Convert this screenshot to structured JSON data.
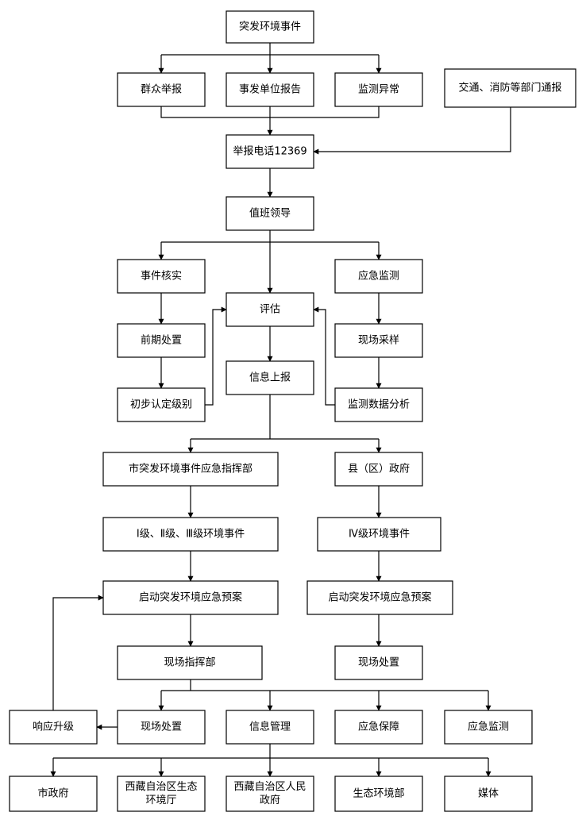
{
  "flowchart": {
    "nodes": {
      "event": [
        "突发环境事件"
      ],
      "public_report": [
        "群众举报"
      ],
      "unit_report": [
        "事发单位报告"
      ],
      "monitor_abnormal": [
        "监测异常"
      ],
      "dept_notice": [
        "交通、消防等部门通报"
      ],
      "hotline": [
        "举报电话12369"
      ],
      "duty_leader": [
        "值班领导"
      ],
      "verify": [
        "事件核实"
      ],
      "emergency_monitor_1": [
        "应急监测"
      ],
      "assess": [
        "评估"
      ],
      "early_disposal": [
        "前期处置"
      ],
      "field_sampling": [
        "现场采样"
      ],
      "info_report": [
        "信息上报"
      ],
      "initial_grade": [
        "初步认定级别"
      ],
      "data_analysis": [
        "监测数据分析"
      ],
      "city_hq": [
        "市突发环境事件应急指挥部"
      ],
      "county_gov": [
        "县（区）政府"
      ],
      "level_123": [
        "Ⅰ级、Ⅱ级、Ⅲ级环境事件"
      ],
      "level_4": [
        "Ⅳ级环境事件"
      ],
      "plan_city": [
        "启动突发环境应急预案"
      ],
      "plan_county": [
        "启动突发环境应急预案"
      ],
      "field_hq": [
        "现场指挥部"
      ],
      "field_disposal_county": [
        "现场处置"
      ],
      "response_upgrade": [
        "响应升级"
      ],
      "field_disposal": [
        "现场处置"
      ],
      "info_mgmt": [
        "信息管理"
      ],
      "emergency_support": [
        "应急保障"
      ],
      "emergency_monitor_2": [
        "应急监测"
      ],
      "city_gov": [
        "市政府"
      ],
      "tibet_eco_dept": [
        "西藏自治区生态",
        "环境厅"
      ],
      "tibet_gov": [
        "西藏自治区人民",
        "政府"
      ],
      "eco_ministry": [
        "生态环境部"
      ],
      "media": [
        "媒体"
      ]
    }
  }
}
